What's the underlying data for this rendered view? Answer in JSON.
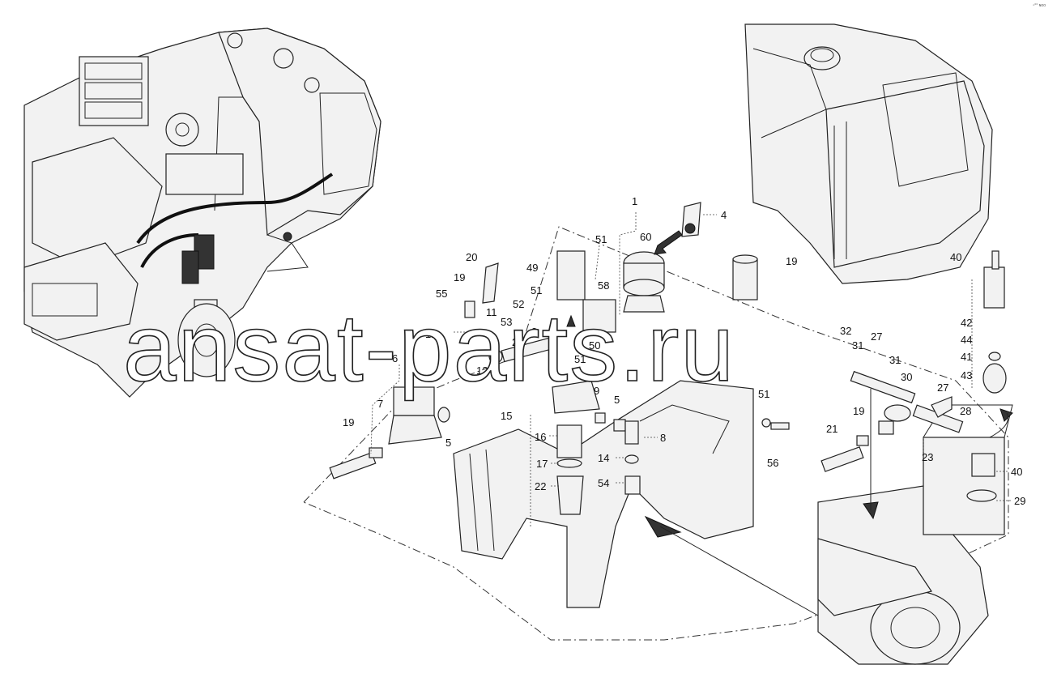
{
  "watermark": "ansat-parts.ru",
  "corner_mark": "ⁿ°° ɴoo",
  "callouts": [
    {
      "id": "c1",
      "text": "1"
    },
    {
      "id": "c4",
      "text": "4"
    },
    {
      "id": "c60",
      "text": "60"
    },
    {
      "id": "c51a",
      "text": "51"
    },
    {
      "id": "c58",
      "text": "58"
    },
    {
      "id": "c49",
      "text": "49"
    },
    {
      "id": "c20",
      "text": "20"
    },
    {
      "id": "c19a",
      "text": "19"
    },
    {
      "id": "c55",
      "text": "55"
    },
    {
      "id": "c51b",
      "text": "51"
    },
    {
      "id": "c52",
      "text": "52"
    },
    {
      "id": "c11",
      "text": "11"
    },
    {
      "id": "c53",
      "text": "53"
    },
    {
      "id": "c12a",
      "text": "12"
    },
    {
      "id": "c2",
      "text": "2"
    },
    {
      "id": "c3",
      "text": "3"
    },
    {
      "id": "c12b",
      "text": "12"
    },
    {
      "id": "c50",
      "text": "50"
    },
    {
      "id": "c51c",
      "text": "51"
    },
    {
      "id": "c6",
      "text": "6"
    },
    {
      "id": "c7",
      "text": "7"
    },
    {
      "id": "c19b",
      "text": "19"
    },
    {
      "id": "c5a",
      "text": "5"
    },
    {
      "id": "c15",
      "text": "15"
    },
    {
      "id": "c16",
      "text": "16"
    },
    {
      "id": "c17",
      "text": "17"
    },
    {
      "id": "c22",
      "text": "22"
    },
    {
      "id": "c9",
      "text": "9"
    },
    {
      "id": "c5b",
      "text": "5"
    },
    {
      "id": "c8",
      "text": "8"
    },
    {
      "id": "c14",
      "text": "14"
    },
    {
      "id": "c54",
      "text": "54"
    },
    {
      "id": "c51d",
      "text": "51"
    },
    {
      "id": "c56",
      "text": "56"
    },
    {
      "id": "c19c",
      "text": "19"
    },
    {
      "id": "c32",
      "text": "32"
    },
    {
      "id": "c31a",
      "text": "31"
    },
    {
      "id": "c27a",
      "text": "27"
    },
    {
      "id": "c31b",
      "text": "31"
    },
    {
      "id": "c30",
      "text": "30"
    },
    {
      "id": "c27b",
      "text": "27"
    },
    {
      "id": "c28",
      "text": "28"
    },
    {
      "id": "c21",
      "text": "21"
    },
    {
      "id": "c19d",
      "text": "19"
    },
    {
      "id": "c23",
      "text": "23"
    },
    {
      "id": "c40a",
      "text": "40"
    },
    {
      "id": "c42",
      "text": "42"
    },
    {
      "id": "c44",
      "text": "44"
    },
    {
      "id": "c41",
      "text": "41"
    },
    {
      "id": "c43",
      "text": "43"
    },
    {
      "id": "c40b",
      "text": "40"
    },
    {
      "id": "c29",
      "text": "29"
    }
  ]
}
